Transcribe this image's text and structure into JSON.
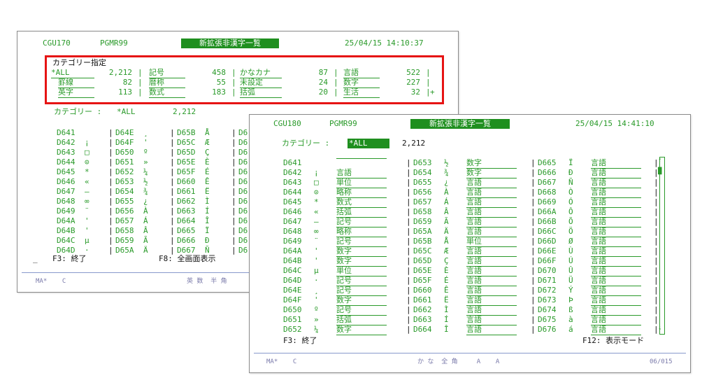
{
  "screen1": {
    "program": "CGU170",
    "user": "PGMR99",
    "title": "新拡張非漢字一覧",
    "datetime": "25/04/15 14:10:37",
    "category_heading": "カテゴリー指定",
    "categories": [
      [
        {
          "name": "*ALL",
          "count": "2,212"
        },
        {
          "name": "記号",
          "count": "458"
        },
        {
          "name": "かなカナ",
          "count": "87"
        },
        {
          "name": "言語",
          "count": "522"
        }
      ],
      [
        {
          "name": "罫線",
          "count": "82"
        },
        {
          "name": "暦称",
          "count": "55"
        },
        {
          "name": "未設定",
          "count": "24"
        },
        {
          "name": "数字",
          "count": "227"
        }
      ],
      [
        {
          "name": "英字",
          "count": "113"
        },
        {
          "name": "数式",
          "count": "183"
        },
        {
          "name": "括弧",
          "count": "20"
        },
        {
          "name": "生活",
          "count": "32"
        }
      ]
    ],
    "more_mark": "+",
    "category_label": "カテゴリー :",
    "category_value": "*ALL",
    "category_count": "2,212",
    "columns": [
      [
        {
          "code": "D641",
          "ch": ""
        },
        {
          "code": "D642",
          "ch": "¡"
        },
        {
          "code": "D643",
          "ch": "□"
        },
        {
          "code": "D644",
          "ch": "⊙"
        },
        {
          "code": "D645",
          "ch": "*"
        },
        {
          "code": "D646",
          "ch": "«"
        },
        {
          "code": "D647",
          "ch": "—"
        },
        {
          "code": "D648",
          "ch": "∞"
        },
        {
          "code": "D649",
          "ch": "¨"
        },
        {
          "code": "D64A",
          "ch": "'"
        },
        {
          "code": "D64B",
          "ch": "'"
        },
        {
          "code": "D64C",
          "ch": "µ"
        },
        {
          "code": "D64D",
          "ch": "·"
        }
      ],
      [
        {
          "code": "D64E",
          "ch": "¸"
        },
        {
          "code": "D64F",
          "ch": "'"
        },
        {
          "code": "D650",
          "ch": "º"
        },
        {
          "code": "D651",
          "ch": "»"
        },
        {
          "code": "D652",
          "ch": "¼"
        },
        {
          "code": "D653",
          "ch": "½"
        },
        {
          "code": "D654",
          "ch": "¾"
        },
        {
          "code": "D655",
          "ch": "¿"
        },
        {
          "code": "D656",
          "ch": "À"
        },
        {
          "code": "D657",
          "ch": "Á"
        },
        {
          "code": "D658",
          "ch": "Â"
        },
        {
          "code": "D659",
          "ch": "Ã"
        },
        {
          "code": "D65A",
          "ch": "Ä"
        }
      ],
      [
        {
          "code": "D65B",
          "ch": "Å"
        },
        {
          "code": "D65C",
          "ch": "Æ"
        },
        {
          "code": "D65D",
          "ch": "Ç"
        },
        {
          "code": "D65E",
          "ch": "È"
        },
        {
          "code": "D65F",
          "ch": "É"
        },
        {
          "code": "D660",
          "ch": "Ê"
        },
        {
          "code": "D661",
          "ch": "Ë"
        },
        {
          "code": "D662",
          "ch": "Ì"
        },
        {
          "code": "D663",
          "ch": "Í"
        },
        {
          "code": "D664",
          "ch": "Î"
        },
        {
          "code": "D665",
          "ch": "Ï"
        },
        {
          "code": "D666",
          "ch": "Ð"
        },
        {
          "code": "D667",
          "ch": "Ñ"
        }
      ],
      [
        "D6",
        "D6",
        "D6",
        "D6",
        "D6",
        "D6",
        "D6",
        "D6",
        "D6",
        "D6",
        "D6",
        "D6",
        "D6"
      ]
    ],
    "f3": "F3: 終了",
    "f8": "F8: 全画面表示",
    "status_left": "MA*    C",
    "status_mid": "英 数  半 角"
  },
  "screen2": {
    "program": "CGU180",
    "user": "PGMR99",
    "title": "新拡張非漢字一覧",
    "datetime": "25/04/15 14:41:10",
    "category_label": "カテゴリー :",
    "category_value": "*ALL",
    "category_count": "2,212",
    "columns": [
      [
        {
          "code": "D641",
          "ch": "",
          "cat": ""
        },
        {
          "code": "D642",
          "ch": "¡",
          "cat": "言語"
        },
        {
          "code": "D643",
          "ch": "□",
          "cat": "単位"
        },
        {
          "code": "D644",
          "ch": "⊙",
          "cat": "略称"
        },
        {
          "code": "D645",
          "ch": "*",
          "cat": "数式"
        },
        {
          "code": "D646",
          "ch": "«",
          "cat": "括弧"
        },
        {
          "code": "D647",
          "ch": "—",
          "cat": "記号"
        },
        {
          "code": "D648",
          "ch": "∞",
          "cat": "略称"
        },
        {
          "code": "D649",
          "ch": "¨",
          "cat": "記号"
        },
        {
          "code": "D64A",
          "ch": "'",
          "cat": "数字"
        },
        {
          "code": "D64B",
          "ch": "'",
          "cat": "数字"
        },
        {
          "code": "D64C",
          "ch": "µ",
          "cat": "単位"
        },
        {
          "code": "D64D",
          "ch": "·",
          "cat": "記号"
        },
        {
          "code": "D64E",
          "ch": "¸",
          "cat": "記号"
        },
        {
          "code": "D64F",
          "ch": "'",
          "cat": "数字"
        },
        {
          "code": "D650",
          "ch": "º",
          "cat": "記号"
        },
        {
          "code": "D651",
          "ch": "»",
          "cat": "括弧"
        },
        {
          "code": "D652",
          "ch": "¼",
          "cat": "数字"
        }
      ],
      [
        {
          "code": "D653",
          "ch": "½",
          "cat": "数字"
        },
        {
          "code": "D654",
          "ch": "¾",
          "cat": "数字"
        },
        {
          "code": "D655",
          "ch": "¿",
          "cat": "言語"
        },
        {
          "code": "D656",
          "ch": "À",
          "cat": "言語"
        },
        {
          "code": "D657",
          "ch": "Á",
          "cat": "言語"
        },
        {
          "code": "D658",
          "ch": "Â",
          "cat": "言語"
        },
        {
          "code": "D659",
          "ch": "Ã",
          "cat": "言語"
        },
        {
          "code": "D65A",
          "ch": "Ä",
          "cat": "言語"
        },
        {
          "code": "D65B",
          "ch": "Å",
          "cat": "単位"
        },
        {
          "code": "D65C",
          "ch": "Æ",
          "cat": "言語"
        },
        {
          "code": "D65D",
          "ch": "Ç",
          "cat": "言語"
        },
        {
          "code": "D65E",
          "ch": "È",
          "cat": "言語"
        },
        {
          "code": "D65F",
          "ch": "É",
          "cat": "言語"
        },
        {
          "code": "D660",
          "ch": "Ê",
          "cat": "言語"
        },
        {
          "code": "D661",
          "ch": "Ë",
          "cat": "言語"
        },
        {
          "code": "D662",
          "ch": "Ì",
          "cat": "言語"
        },
        {
          "code": "D663",
          "ch": "Í",
          "cat": "言語"
        },
        {
          "code": "D664",
          "ch": "Î",
          "cat": "言語"
        }
      ],
      [
        {
          "code": "D665",
          "ch": "Ï",
          "cat": "言語"
        },
        {
          "code": "D666",
          "ch": "Ð",
          "cat": "言語"
        },
        {
          "code": "D667",
          "ch": "Ñ",
          "cat": "言語"
        },
        {
          "code": "D668",
          "ch": "Ò",
          "cat": "言語"
        },
        {
          "code": "D669",
          "ch": "Ó",
          "cat": "言語"
        },
        {
          "code": "D66A",
          "ch": "Ô",
          "cat": "言語"
        },
        {
          "code": "D66B",
          "ch": "Õ",
          "cat": "言語"
        },
        {
          "code": "D66C",
          "ch": "Ö",
          "cat": "言語"
        },
        {
          "code": "D66D",
          "ch": "Ø",
          "cat": "言語"
        },
        {
          "code": "D66E",
          "ch": "Ù",
          "cat": "言語"
        },
        {
          "code": "D66F",
          "ch": "Ú",
          "cat": "言語"
        },
        {
          "code": "D670",
          "ch": "Û",
          "cat": "言語"
        },
        {
          "code": "D671",
          "ch": "Ü",
          "cat": "言語"
        },
        {
          "code": "D672",
          "ch": "Ý",
          "cat": "言語"
        },
        {
          "code": "D673",
          "ch": "Þ",
          "cat": "言語"
        },
        {
          "code": "D674",
          "ch": "ß",
          "cat": "言語"
        },
        {
          "code": "D675",
          "ch": "à",
          "cat": "言語"
        },
        {
          "code": "D676",
          "ch": "á",
          "cat": "言語"
        }
      ]
    ],
    "f3": "F3: 終了",
    "f12": "F12: 表示モード",
    "status_left": "MA*    C",
    "status_mid": "か な  全 角     A    A",
    "status_right": "06/015"
  }
}
